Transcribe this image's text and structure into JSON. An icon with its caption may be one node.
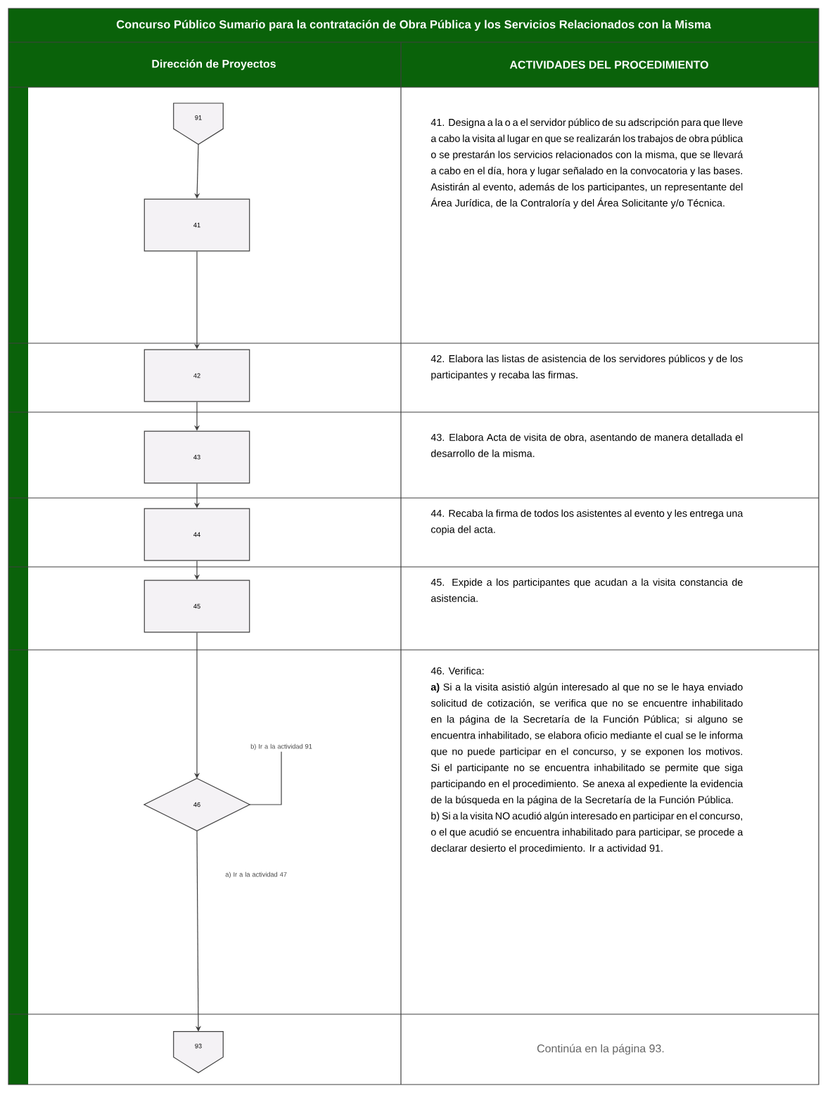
{
  "diagram": {
    "title": "Concurso Público Sumario para la contratación de Obra Pública y los Servicios Relacionados con la Misma",
    "nodes": [
      {
        "text": [
          "91"
        ]
      },
      {
        "text": [
          "41"
        ]
      },
      {
        "text": [
          "42"
        ]
      },
      {
        "text": [
          "43"
        ]
      },
      {
        "text": [
          "44"
        ]
      },
      {
        "text": [
          "45"
        ]
      },
      {
        "text": [
          "46"
        ]
      },
      {
        "text": [
          "b) Ir a la actividad 91"
        ]
      },
      {
        "text": [
          "93"
        ]
      }
    ],
    "edges": [
      {
        "from": 0,
        "to": 1,
        "arrow": "to"
      },
      {
        "from": 1,
        "to": 2,
        "arrow": "to"
      },
      {
        "from": 2,
        "to": 3,
        "arrow": "to"
      },
      {
        "from": 3,
        "to": 4,
        "arrow": "to"
      },
      {
        "from": 4,
        "to": 5,
        "arrow": "to"
      },
      {
        "from": 5,
        "to": 6,
        "arrow": "to"
      },
      {
        "from": 6,
        "to": 7,
        "arrow": "none"
      },
      {
        "from": 6,
        "to": 8,
        "arrow": "to",
        "label": "a) Ir a la actividad 47"
      }
    ],
    "labels": [
      "Dirección de Proyectos",
      "ACTIVIDADES DEL PROCEDIMIENTO",
      "41. Designa a la o a el servidor público de su adscripción para que lleve a cabo la visita al lugar en que se realizarán los trabajos de obra pública o se prestarán los servicios relacionados con la misma, que se llevará a cabo en el día, hora y lugar señalado en la convocatoria y las bases. Asistirán al evento, además de los participantes, un representante del Área Jurídica, de la Contraloría y del Área Solicitante y/o Técnica.",
      "42. Elabora las listas de asistencia de los servidores públicos y de los participantes y recaba las firmas.",
      "43. Elabora Acta de visita de obra, asentando de manera detallada el desarrollo de la misma.",
      "44. Recaba la firma de todos los asistentes al evento y les entrega una copia del acta.",
      "45. Expide a los participantes que acudan a la visita constancia de asistencia.",
      "46. Verifica:",
      "**a)** Si a la visita asistió algún interesado al que no se le haya enviado solicitud de cotización, se verifica que no se encuentre inhabilitado en la página de la Secretaría de la Función Pública; si alguno se encuentra inhabilitado, se elabora oficio mediante el cual se le informa que no puede participar en el concurso, y se exponen los motivos. Si el participante no se encuentra inhabilitado se permite que siga participando en el procedimiento. Se anexa al expediente la evidencia de la búsqueda en la página de la Secretaría de la Función Pública.",
      "b) Si a la visita NO acudió algún interesado en participar en el concurso, o el que acudió se encuentra inhabilitado para participar, se procede a declarar desierto el procedimiento. Ir a actividad 91.",
      "Continúa en la página 93."
    ]
  }
}
